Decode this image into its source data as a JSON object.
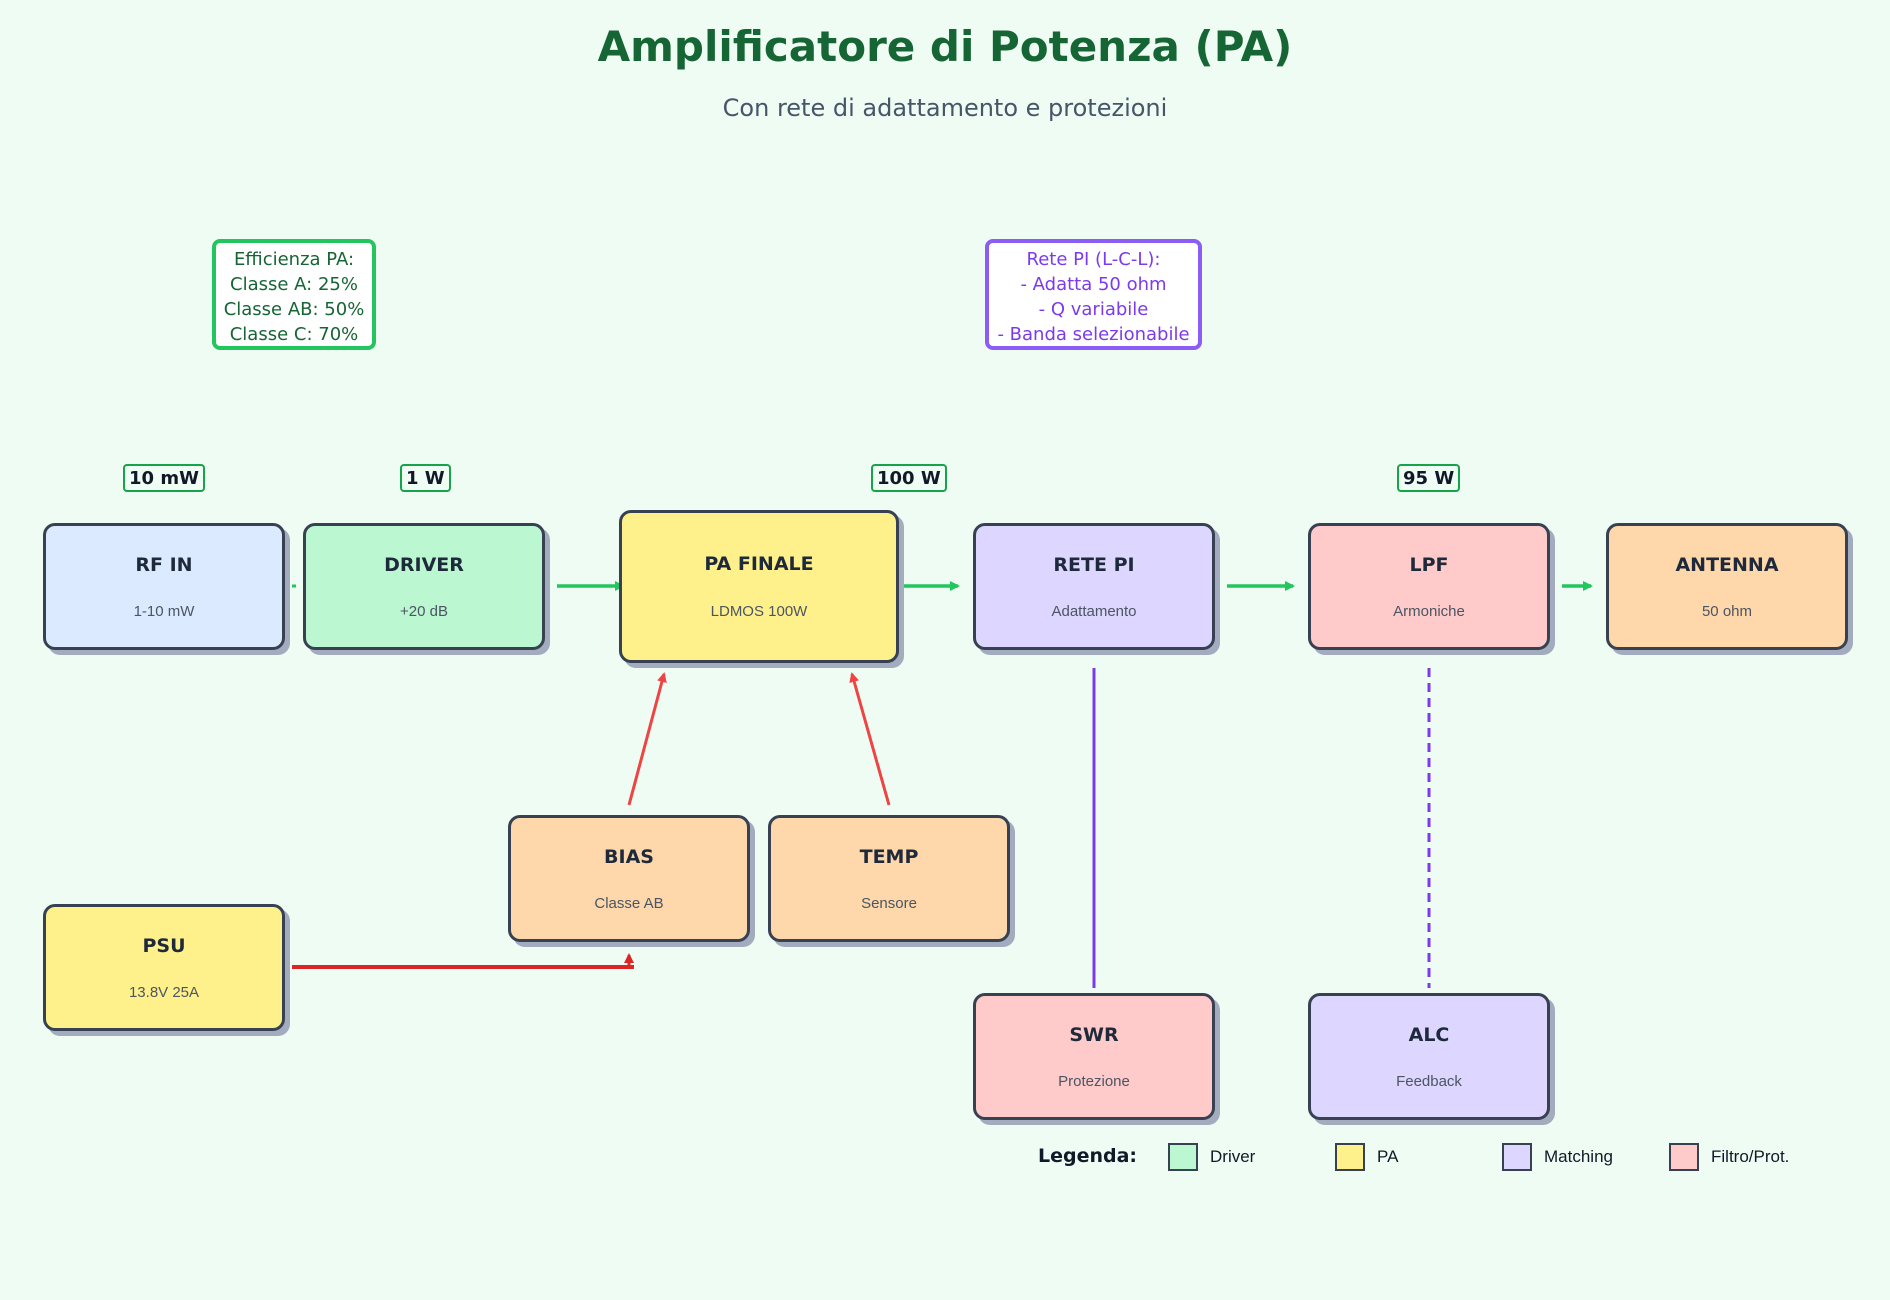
{
  "title": "Amplificatore di Potenza (PA)",
  "subtitle": "Con rete di adattamento e protezioni",
  "colors": {
    "background": "#effcf3",
    "title": "#166534",
    "signal_arrow": "#22c55e",
    "bias_arrow": "#ef4444",
    "power_arrow": "#dc2626",
    "feedback_line": "#7c3aed",
    "input_fill": "#dbeafe",
    "driver_fill": "#bbf7d0",
    "pa_fill": "#fef08a",
    "matching_fill": "#ddd6fe",
    "filter_fill": "#fecaca",
    "aux_fill": "#fed7aa"
  },
  "blocks": {
    "rf_in": {
      "title": "RF IN",
      "sub": "1-10 mW"
    },
    "driver": {
      "title": "DRIVER",
      "sub": "+20 dB"
    },
    "pa": {
      "title": "PA FINALE",
      "sub": "LDMOS 100W"
    },
    "rete_pi": {
      "title": "RETE PI",
      "sub": "Adattamento"
    },
    "lpf": {
      "title": "LPF",
      "sub": "Armoniche"
    },
    "antenna": {
      "title": "ANTENNA",
      "sub": "50 ohm"
    },
    "bias": {
      "title": "BIAS",
      "sub": "Classe AB"
    },
    "temp": {
      "title": "TEMP",
      "sub": "Sensore"
    },
    "psu": {
      "title": "PSU",
      "sub": "13.8V 25A"
    },
    "swr": {
      "title": "SWR",
      "sub": "Protezione"
    },
    "alc": {
      "title": "ALC",
      "sub": "Feedback"
    }
  },
  "power_levels": {
    "rf_in": "10 mW",
    "driver": "1 W",
    "pa": "100 W",
    "lpf": "95 W"
  },
  "notes": {
    "efficiency": {
      "lines": [
        "Efficienza PA:",
        "Classe A: 25%",
        "Classe AB: 50%",
        "Classe C: 70%"
      ],
      "color": "#22c55e",
      "text_color": "#166534"
    },
    "pi_network": {
      "lines": [
        "Rete PI (L-C-L):",
        "- Adatta 50 ohm",
        "- Q variabile",
        "- Banda selezionabile"
      ],
      "color": "#8b5cf6",
      "text_color": "#7c3aed"
    }
  },
  "legend": {
    "label": "Legenda:",
    "items": [
      {
        "label": "Driver",
        "color": "#bbf7d0"
      },
      {
        "label": "PA",
        "color": "#fef08a"
      },
      {
        "label": "Matching",
        "color": "#ddd6fe"
      },
      {
        "label": "Filtro/Prot.",
        "color": "#fecaca"
      }
    ]
  }
}
